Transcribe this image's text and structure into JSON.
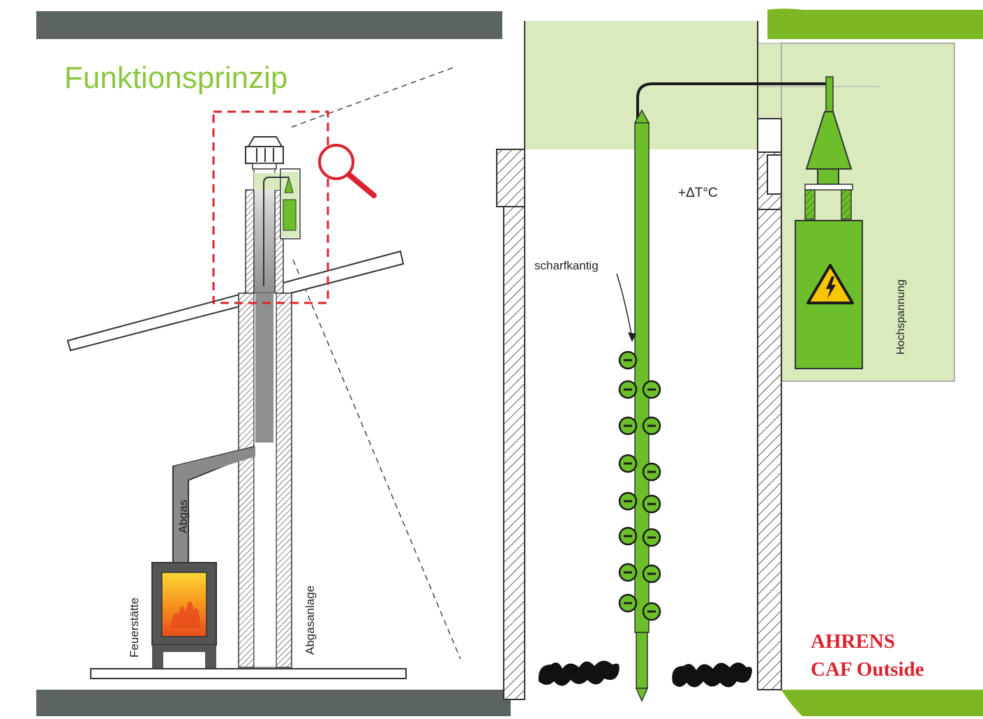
{
  "title": "Funktionsprinzip",
  "labels": {
    "abgas": "Abgas",
    "feuerstaette": "Feuerstätte",
    "abgasanlage": "Abgasanlage",
    "scharfkantig": "scharfkantig",
    "delta_t": "+ΔT°C",
    "hochspannung": "Hochspannung"
  },
  "brand": {
    "line1": "AHRENS",
    "line2": "CAF Outside"
  },
  "colors": {
    "title_green": "#8cc63f",
    "device_green": "#6cbf2a",
    "light_green": "#d9ebbd",
    "band_grey": "#5c6462",
    "band_green": "#7db824",
    "brand_red": "#d9232e",
    "magnifier_red": "#d9232e",
    "fire_orange": "#f7941d",
    "warning_yellow": "#f7c600"
  },
  "icons": {
    "magnifier": "magnifier-icon",
    "high_voltage": "high-voltage-warning-icon",
    "particles": "negative-charge-icon"
  }
}
